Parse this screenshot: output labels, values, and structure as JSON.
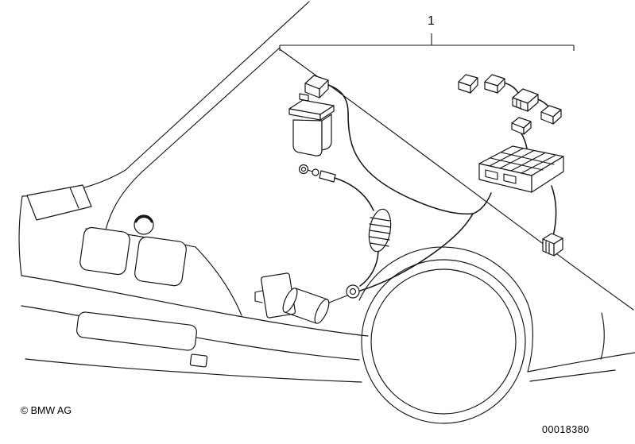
{
  "callout": {
    "label": "1"
  },
  "footer": {
    "copyright": "© BMW AG",
    "part_number": "00018380"
  },
  "colors": {
    "line": "#161616",
    "background": "#ffffff"
  }
}
